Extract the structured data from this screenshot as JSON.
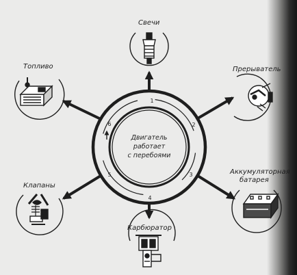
{
  "center": {
    "line1": "Двигатель",
    "line2": "работает",
    "line3": "с перебоями"
  },
  "causes": [
    {
      "number": "1",
      "label": "Свечи",
      "icon": "spark-plug-icon"
    },
    {
      "number": "2",
      "label": "Прерыватель",
      "icon": "breaker-icon"
    },
    {
      "number": "3",
      "label": "Аккумуляторная",
      "label_line2": "батарея",
      "icon": "battery-icon"
    },
    {
      "number": "4",
      "label": "Карбюратор",
      "icon": "carburetor-icon"
    },
    {
      "number": "5",
      "label": "Клапаны",
      "icon": "valves-icon"
    },
    {
      "number": "6",
      "label": "Топливо",
      "icon": "fuel-tank-icon"
    }
  ]
}
